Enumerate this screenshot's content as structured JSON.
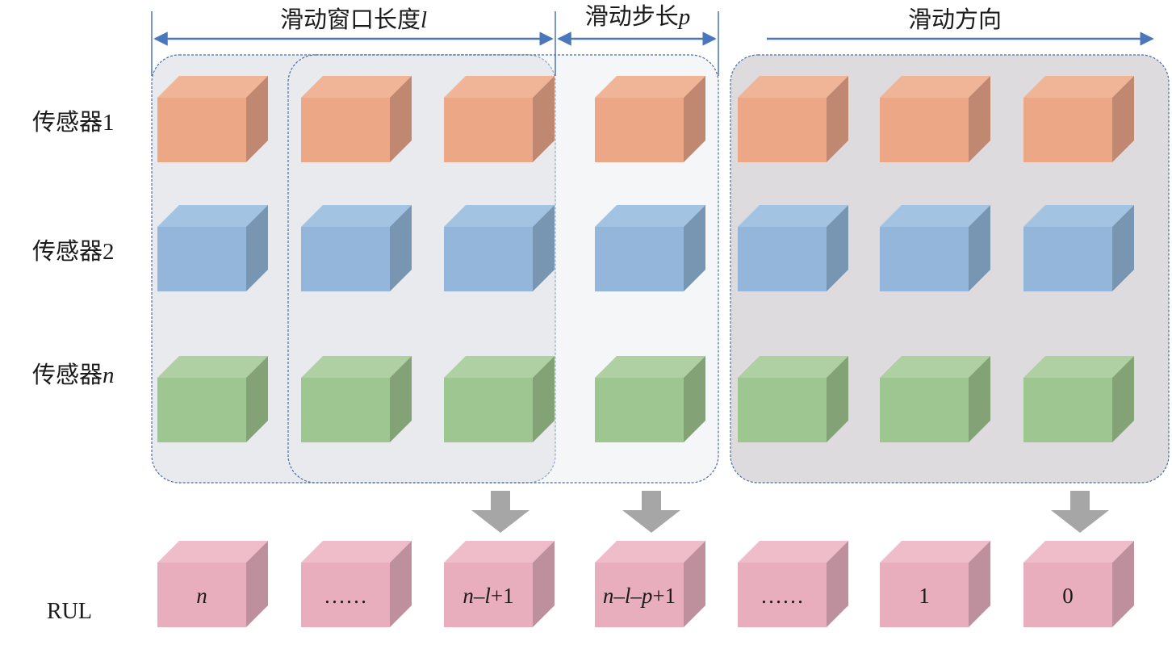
{
  "header": {
    "window_length": {
      "text": "滑动窗口长度",
      "var": "l"
    },
    "step": {
      "text": "滑动步长",
      "var": "p"
    },
    "direction": {
      "text": "滑动方向"
    }
  },
  "rows": [
    {
      "label": "传感器",
      "suffix": "1",
      "suffix_italic": false,
      "color": "orange"
    },
    {
      "label": "传感器",
      "suffix": "2",
      "suffix_italic": false,
      "color": "blue"
    },
    {
      "label": "传感器",
      "suffix": "n",
      "suffix_italic": true,
      "color": "green"
    }
  ],
  "rul": {
    "label": "RUL",
    "values": [
      [
        {
          "t": "n",
          "i": true
        }
      ],
      [
        {
          "t": "……",
          "i": false
        }
      ],
      [
        {
          "t": "n",
          "i": true
        },
        {
          "t": "–",
          "i": false
        },
        {
          "t": "l",
          "i": true
        },
        {
          "t": "+1",
          "i": false
        }
      ],
      [
        {
          "t": "n",
          "i": true
        },
        {
          "t": "–",
          "i": false
        },
        {
          "t": "l",
          "i": true
        },
        {
          "t": "–",
          "i": false
        },
        {
          "t": "p",
          "i": true
        },
        {
          "t": "+1",
          "i": false
        }
      ],
      [
        {
          "t": "……",
          "i": false
        }
      ],
      [
        {
          "t": "1",
          "i": false
        }
      ],
      [
        {
          "t": "0",
          "i": false
        }
      ]
    ]
  },
  "output_arrow_columns": [
    2,
    3,
    6
  ],
  "colors": {
    "orange": {
      "front": "#eca886",
      "top": "#f0b597",
      "side": "#c08870"
    },
    "blue": {
      "front": "#93b6da",
      "top": "#a3c3e2",
      "side": "#7896b2"
    },
    "green": {
      "front": "#9ec690",
      "top": "#afd0a2",
      "side": "#83a377"
    },
    "pink": {
      "front": "#e9aebd",
      "top": "#eebdc9",
      "side": "#be8f9c"
    },
    "arrow_blue": "#4a76ba",
    "down_arrow": "#a6a6a6",
    "window_fill": "#e8eaee",
    "window_stroke": "#4a6aa8",
    "direction_fill": "#dddbdd"
  }
}
